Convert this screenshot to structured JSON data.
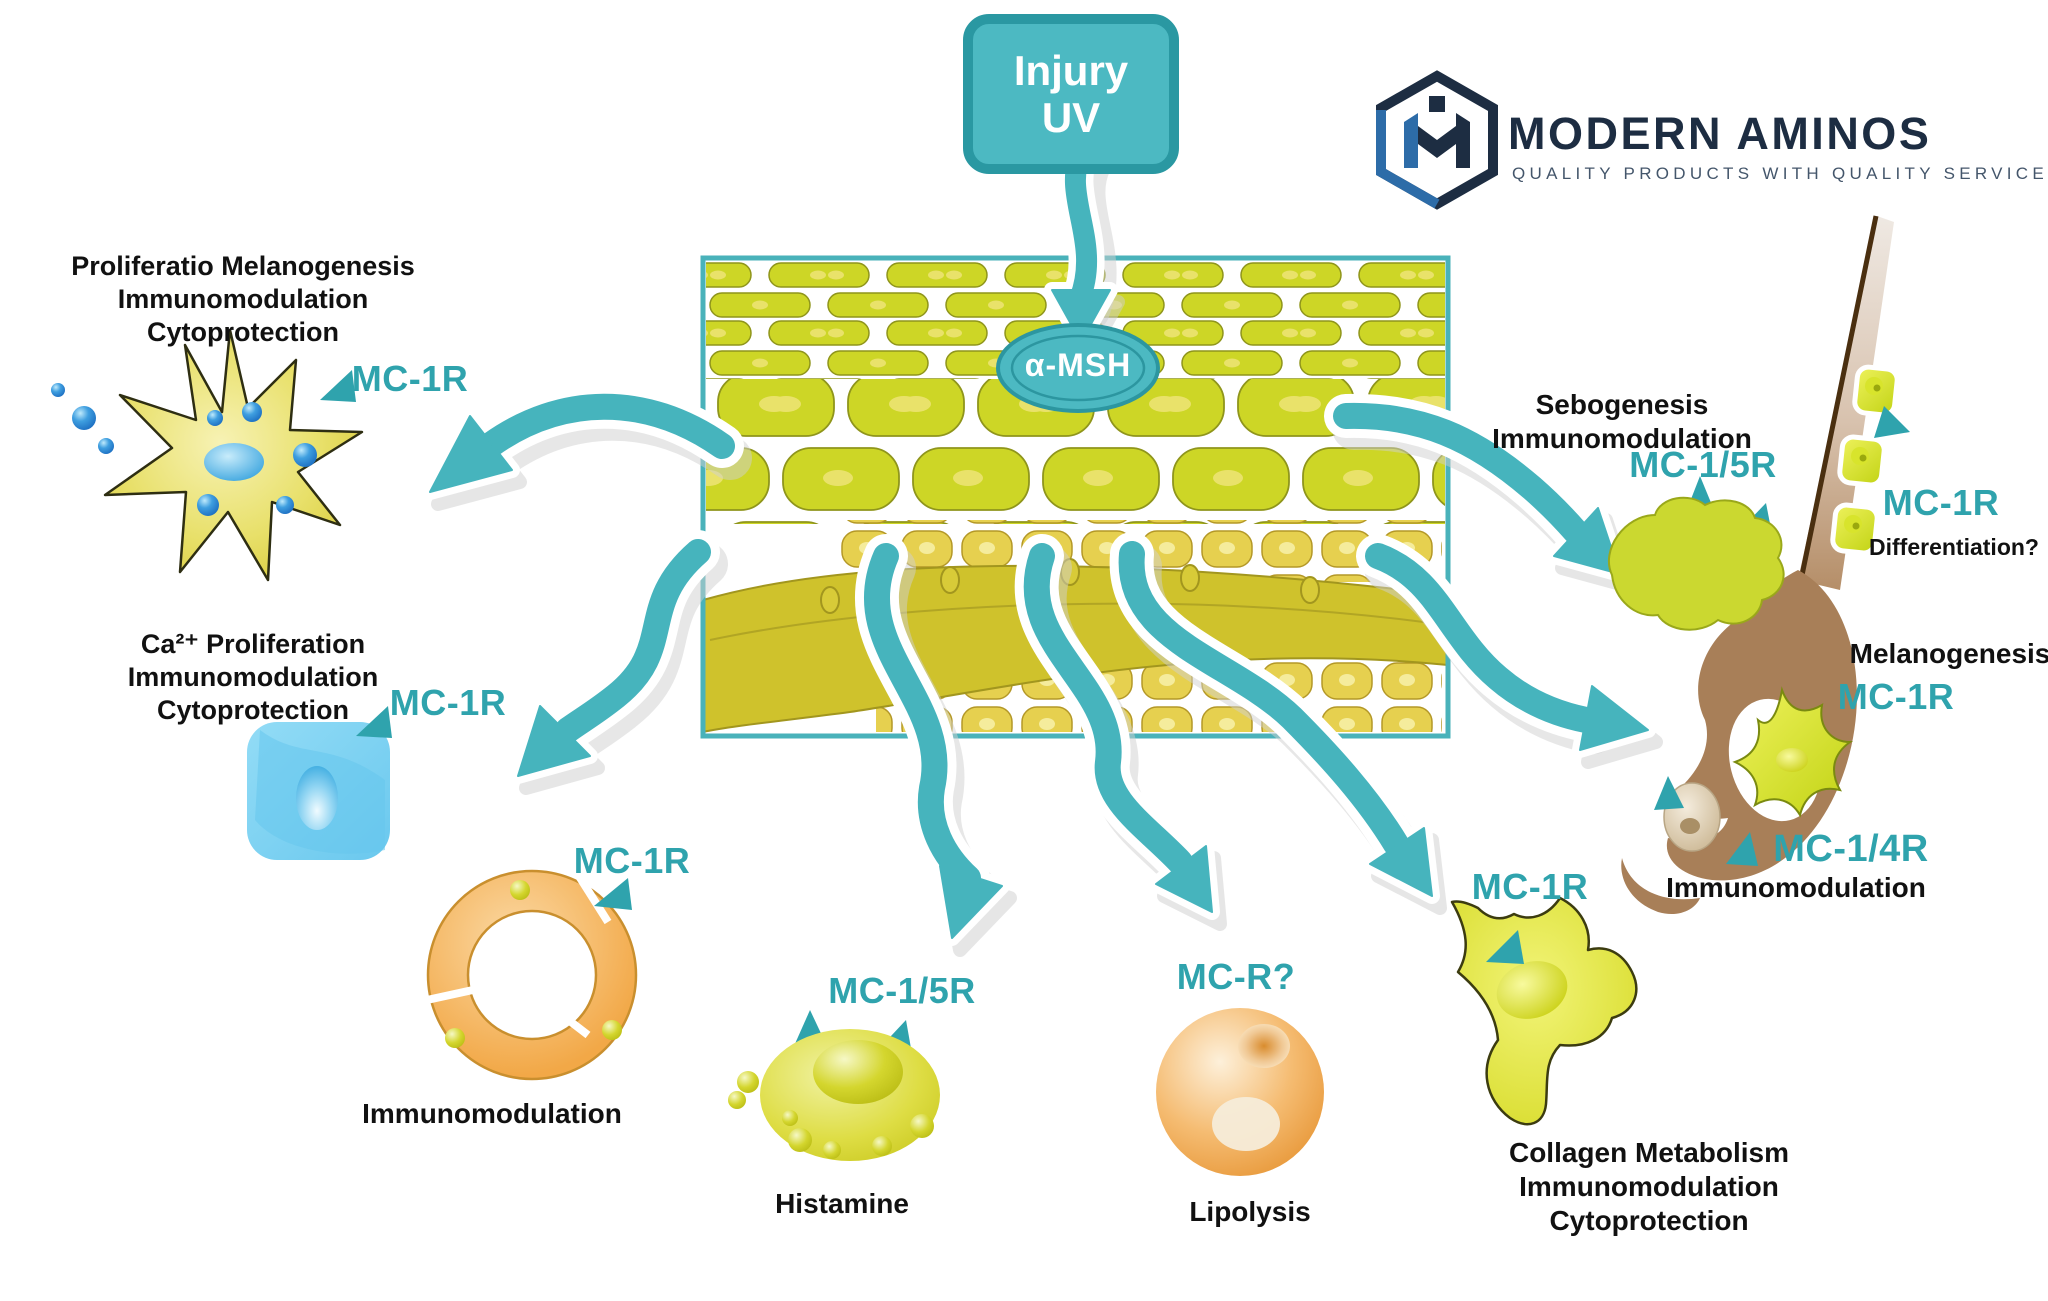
{
  "injury_box": {
    "line1": "Injury",
    "line2": "UV"
  },
  "logo": {
    "name": "MODERN AMINOS",
    "tagline": "QUALITY PRODUCTS WITH QUALITY SERVICE"
  },
  "hormone": {
    "label": "α-MSH"
  },
  "cells": {
    "melanocyte": {
      "receptor": "MC-1R",
      "line1": "Proliferatio Melanogenesis",
      "line2": "Immunomodulation",
      "line3": "Cytoprotection"
    },
    "keratinocyte": {
      "receptor": "MC-1R",
      "line1": "Ca²⁺ Proliferation",
      "line2": "Immunomodulation",
      "line3": "Cytoprotection"
    },
    "macrophage": {
      "receptor": "MC-1R",
      "function": "Immunomodulation"
    },
    "mast_cell": {
      "receptor": "MC-1/5R",
      "function": "Histamine"
    },
    "adipocyte": {
      "receptor": "MC-R?",
      "function": "Lipolysis"
    },
    "fibroblast": {
      "receptor": "MC-1R",
      "line1": "Collagen Metabolism",
      "line2": "Immunomodulation",
      "line3": "Cytoprotection"
    },
    "sebocyte": {
      "receptor": "MC-1/5R",
      "line1": "Sebogenesis",
      "line2": "Immunomodulation"
    },
    "hair_follicle": {
      "keratinocyte_receptor": "MC-1R",
      "differentiation_label": "Differentiation?",
      "melanogenesis_label": "Melanogenesis",
      "melanocyte_receptor": "MC-1R",
      "immune_receptor": "MC-1/4R",
      "immune_function": "Immunomodulation"
    }
  },
  "colors": {
    "teal_accent": "#46b4bd",
    "receptor_text": "#2fa3ad",
    "epidermis_cell": "#cdd626",
    "dermis_band": "#cfc22c",
    "derm_cell_gold": "#e6d04f",
    "orange_cell": "#f5b057",
    "blue_cell": "#7ed3f2",
    "hair_brown": "#a87f58",
    "logo_navy": "#1d2d42",
    "logo_blue": "#2d6ca8",
    "text_black": "#111111"
  }
}
